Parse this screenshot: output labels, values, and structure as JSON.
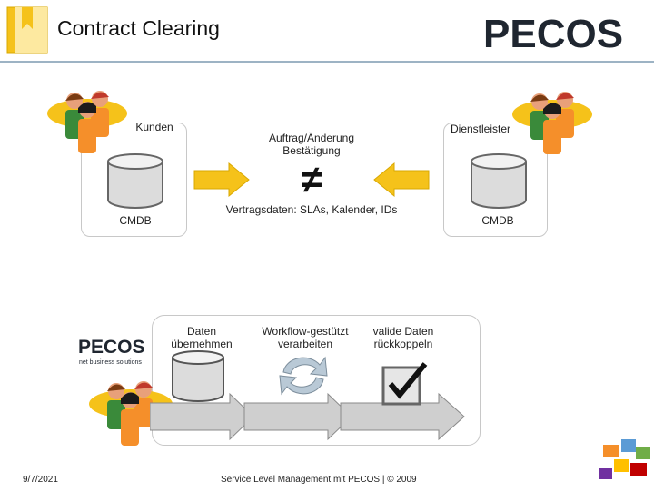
{
  "header": {
    "title": "Contract Clearing",
    "brand_logo_text": "PECOS",
    "accent_color": "#f5c21a"
  },
  "diagram": {
    "left_party": {
      "label": "Kunden",
      "db_label": "CMDB"
    },
    "right_party": {
      "label": "Dienstleister",
      "db_label": "CMDB"
    },
    "top_flow_label": "Auftrag/Änderung Bestätigung",
    "not_equal_symbol": "≠",
    "contract_data_label": "Vertragsdaten: SLAs, Kalender, IDs",
    "process": {
      "brand_logo_text": "PECOS",
      "brand_tagline": "net business solutions",
      "steps": [
        {
          "label": "Daten übernehmen",
          "icon": "database-icon"
        },
        {
          "label": "Workflow-gestützt verarbeiten",
          "icon": "sync-arrows-icon"
        },
        {
          "label": "valide Daten rückkoppeln",
          "icon": "checkbox-icon"
        }
      ]
    }
  },
  "footer": {
    "date": "9/7/2021",
    "center_text": "Service Level Management mit PECOS | © 2009"
  }
}
